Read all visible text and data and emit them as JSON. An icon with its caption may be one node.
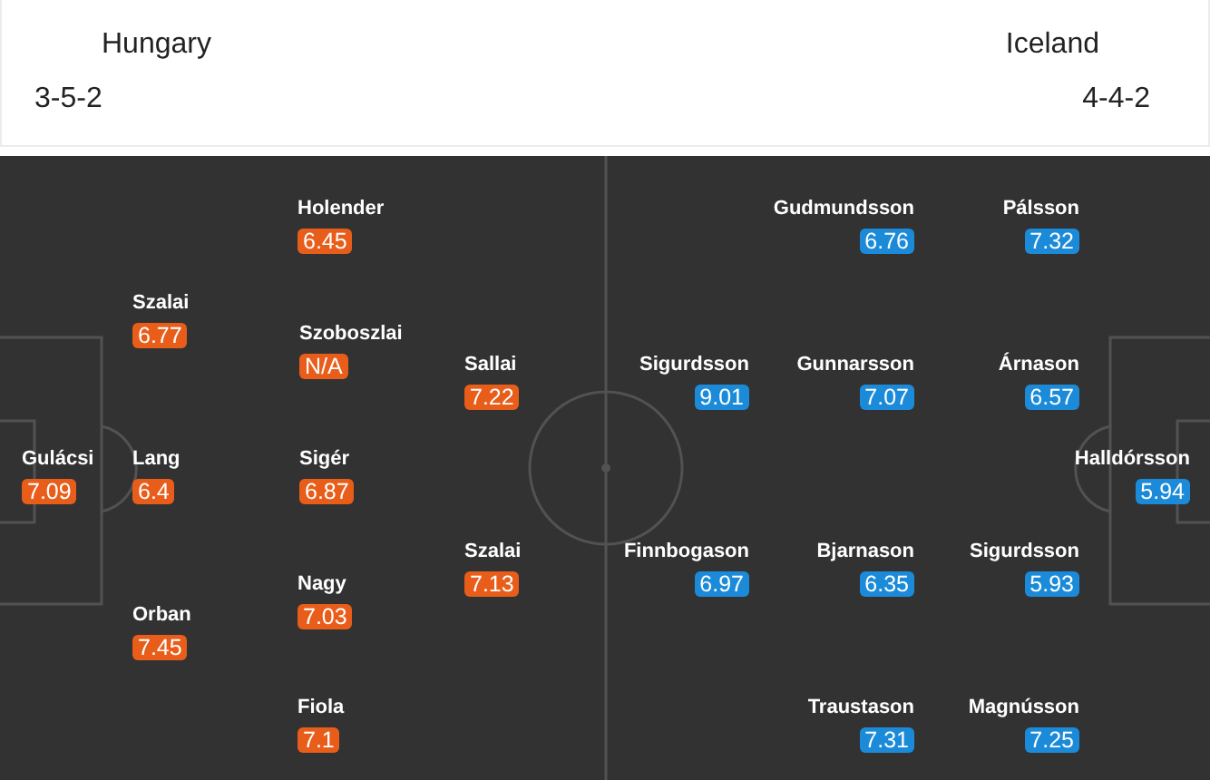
{
  "diagram": {
    "nodes": [
      {
        "text": [
          "Gulácsi",
          "7.09"
        ]
      },
      {
        "text": [
          "Szalai",
          "6.77"
        ]
      },
      {
        "text": [
          "Lang",
          "6.4"
        ]
      },
      {
        "text": [
          "Orban",
          "7.45"
        ]
      },
      {
        "text": [
          "Holender",
          "6.45"
        ]
      },
      {
        "text": [
          "Szoboszlai",
          "N/A"
        ]
      },
      {
        "text": [
          "Sigér",
          "6.87"
        ]
      },
      {
        "text": [
          "Nagy",
          "7.03"
        ]
      },
      {
        "text": [
          "Fiola",
          "7.1"
        ]
      },
      {
        "text": [
          "Sallai",
          "7.22"
        ]
      },
      {
        "text": [
          "Szalai",
          "7.13"
        ]
      },
      {
        "text": [
          "Sigurdsson",
          "9.01"
        ]
      },
      {
        "text": [
          "Finnbogason",
          "6.97"
        ]
      },
      {
        "text": [
          "Gudmundsson",
          "6.76"
        ]
      },
      {
        "text": [
          "Gunnarsson",
          "7.07"
        ]
      },
      {
        "text": [
          "Bjarnason",
          "6.35"
        ]
      },
      {
        "text": [
          "Traustason",
          "7.31"
        ]
      },
      {
        "text": [
          "Pálsson",
          "7.32"
        ]
      },
      {
        "text": [
          "Árnason",
          "6.57"
        ]
      },
      {
        "text": [
          "Sigurdsson",
          "5.93"
        ]
      },
      {
        "text": [
          "Magnússon",
          "7.25"
        ]
      },
      {
        "text": [
          "Halldórsson",
          "5.94"
        ]
      }
    ],
    "labels": [
      "Hungary",
      "Iceland",
      "3-5-2",
      "4-4-2"
    ]
  }
}
